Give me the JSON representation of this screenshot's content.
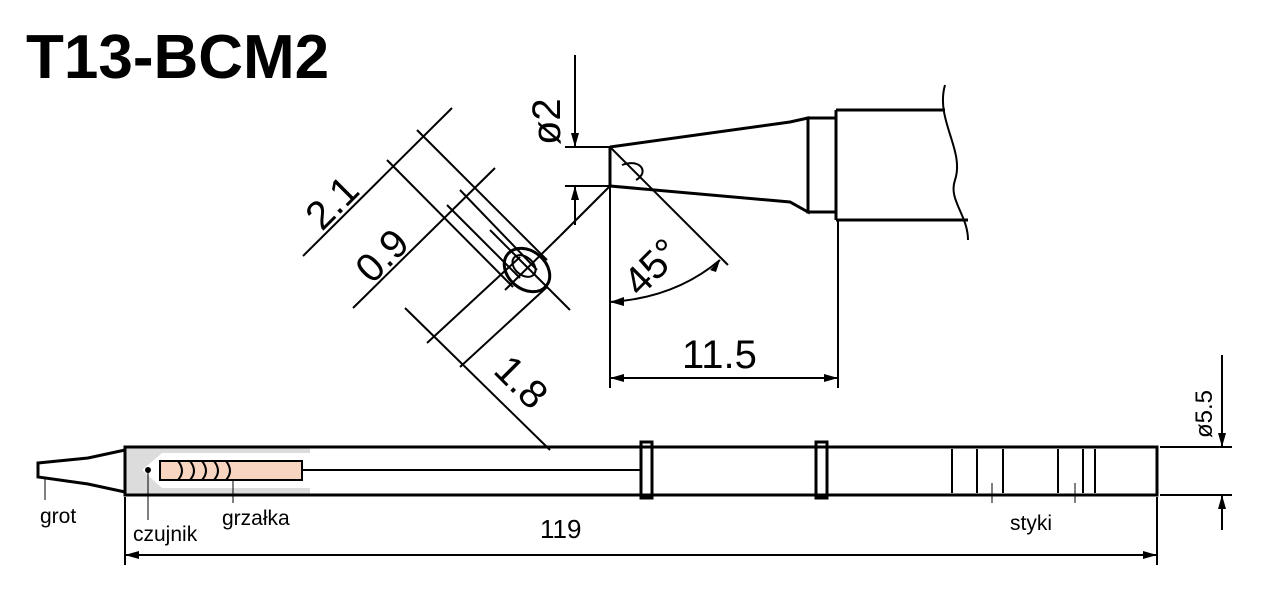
{
  "title": "T13-BCM2",
  "dimensions": {
    "diameter_tip": "ø2",
    "width_2_1": "2.1",
    "width_0_9": "0.9",
    "width_1_8": "1.8",
    "angle": "45°",
    "length_11_5": "11.5",
    "diameter_body": "ø5.5",
    "total_length": "119"
  },
  "labels": {
    "tip": "grot",
    "sensor": "czujnik",
    "heater": "grzałka",
    "contacts": "styki"
  },
  "colors": {
    "heater_fill": "#f8d5c0",
    "sleeve_fill": "#dcdcdc"
  }
}
